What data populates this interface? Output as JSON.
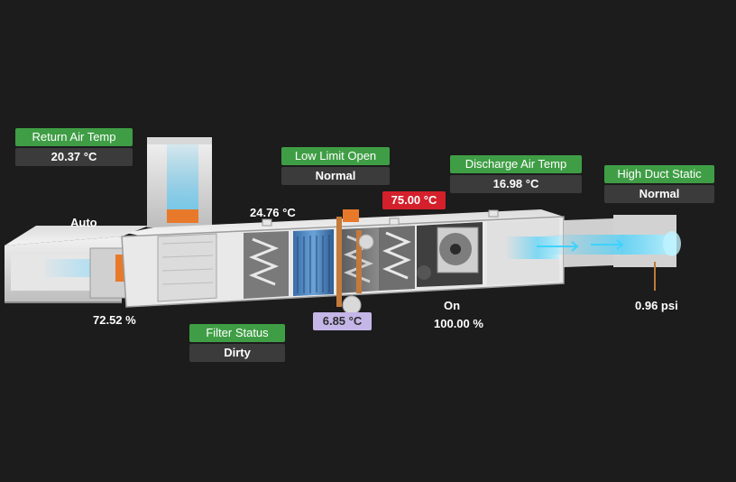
{
  "return_air_temp": {
    "label": "Return Air Temp",
    "value": "20.37 °C"
  },
  "low_limit": {
    "label": "Low Limit Open",
    "value": "Normal"
  },
  "discharge_air_temp": {
    "label": "Discharge Air Temp",
    "value": "16.98 °C"
  },
  "high_duct_static": {
    "label": "High Duct Static",
    "value": "Normal"
  },
  "filter_status": {
    "label": "Filter Status",
    "value": "Dirty"
  },
  "damper_mode": "Auto",
  "damper_position": "72.52 %",
  "mixed_air_temp": "24.76 °C",
  "heating_setpoint": "75.00 °C",
  "cooling_coil_temp": "6.85 °C",
  "fan_status": "On",
  "fan_speed": "100.00 %",
  "duct_pressure": "0.96 psi",
  "colors": {
    "green": "#3f9e45",
    "red": "#d4202b",
    "lavender": "#c5b6e8",
    "dark": "#3b3b3b",
    "background": "#1c1c1c",
    "airflow": "#3fd2ff",
    "actuator": "#e8792a"
  }
}
